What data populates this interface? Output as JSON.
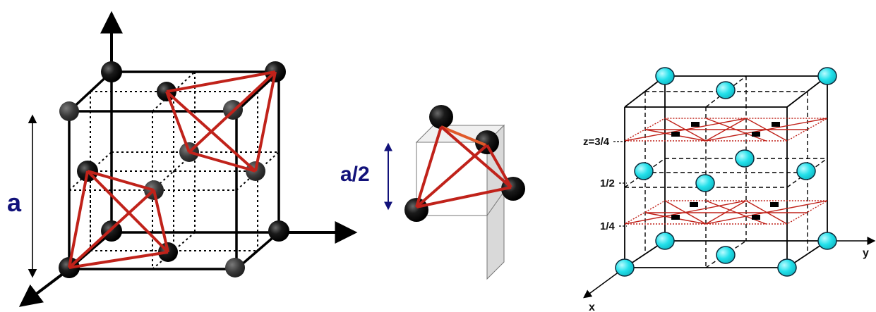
{
  "left_figure": {
    "edge_label": "a"
  },
  "middle_figure": {
    "edge_label": "a/2"
  },
  "right_figure": {
    "level_labels": [
      "z=3/4",
      "1/2",
      "1/4"
    ],
    "axis_x_label": "x",
    "axis_y_label": "y"
  },
  "colors": {
    "tetrahedron_edge": "#c0221a",
    "atom_dark": "#111111",
    "atom_cyan": "#22e0ea",
    "label_blue": "#12127a",
    "cube_face_gray": "#d9d9d9"
  }
}
